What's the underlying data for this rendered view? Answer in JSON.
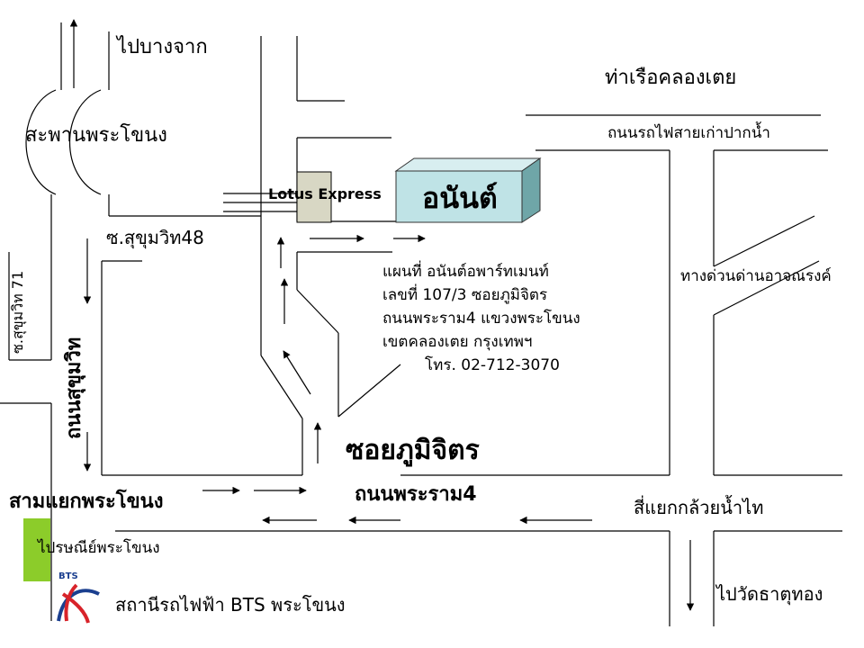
{
  "labels": {
    "to_bang_chak": "ไปบางจาก",
    "khlong_toei_port": "ท่าเรือคลองเตย",
    "phra_khanong_bridge": "สะพานพระโขนง",
    "old_railway_road": "ถนนรถไฟสายเก่าปากน้ำ",
    "lotus_express": "Lotus Express",
    "anan": "อนันต์",
    "sukhumvit_48": "ซ.สุขุมวิท48",
    "expressway_checkpoint": "ทางด่วนด่านอาจณรงค์",
    "sukhumvit_71": "ซ.สุขุมวิท 71",
    "sukhumvit_road": "ถนนสุขุมวิท",
    "soi_phumchit": "ซอยภูมิจิตร",
    "phra_khanong_junction": "สามแยกพระโขนง",
    "rama4_road": "ถนนพระราม4",
    "kluay_nam_thai_junction": "สี่แยกกล้วยน้ำไท",
    "to_phra_khanong_post": "ไปรษณีย์พระโขนง",
    "to_wat_that_thong": "ไปวัดธาตุทอง",
    "bts_station": "สถานีรถไฟฟ้า BTS พระโขนง"
  },
  "info": {
    "line1": "แผนที่ อนันต์อพาร์ทเมนท์",
    "line2": "เลขที่ 107/3 ซอยภูมิจิตร",
    "line3": "ถนนพระราม4 แขวงพระโขนง",
    "line4": "เขตคลองเตย กรุงเทพฯ",
    "line5": "โทร. 02-712-3070"
  },
  "bts_logo_text": "BTS",
  "colors": {
    "building_front": "#bfe3e6",
    "building_side": "#6fa6a8",
    "building_top": "#d8eef0",
    "lotus_box": "#d8d7c4",
    "bts_green": "#8ccc2a",
    "bts_red": "#d8232a",
    "bts_blue": "#1b3f8f"
  }
}
